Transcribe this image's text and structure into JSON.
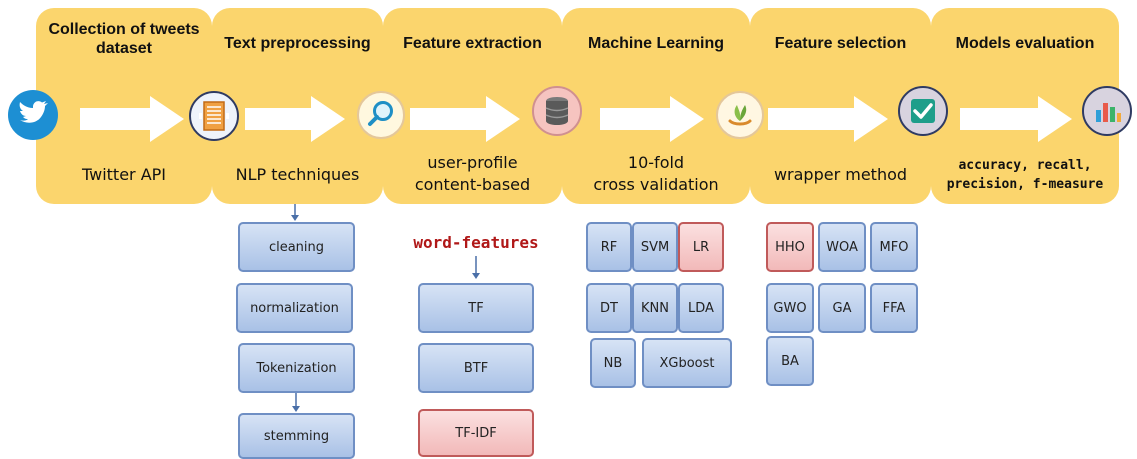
{
  "stages": [
    {
      "title": "Collection of tweets dataset",
      "subtitle": "Twitter API",
      "icon": "twitter-bird-icon"
    },
    {
      "title": "Text preprocessing",
      "subtitle": "NLP techniques",
      "icon": "document-icon"
    },
    {
      "title": "Feature extraction",
      "subtitle": "user-profile content-based",
      "icon": "magnifier-icon"
    },
    {
      "title": "Machine Learning",
      "subtitle": "10-fold cross validation",
      "icon": "database-icon"
    },
    {
      "title": "Feature selection",
      "subtitle": "wrapper method",
      "icon": "leaf-hand-icon"
    },
    {
      "title": "Models evaluation",
      "subtitle": "accuracy, recall, precision, f-measure",
      "icon": "checkmark-icon"
    }
  ],
  "stage_text": {
    "s1_title_l1": "Collection of tweets",
    "s1_title_l2": "dataset",
    "s1_sub": "Twitter API",
    "s2_title": "Text preprocessing",
    "s2_sub": "NLP techniques",
    "s3_title": "Feature extraction",
    "s3_sub_l1": "user-profile",
    "s3_sub_l2": "content-based",
    "s4_title": "Machine Learning",
    "s4_sub_l1": "10-fold",
    "s4_sub_l2": "cross validation",
    "s5_title": "Feature selection",
    "s5_sub": "wrapper method",
    "s6_title": "Models evaluation",
    "s6_sub_l1": "accuracy, recall,",
    "s6_sub_l2": "precision, f-measure"
  },
  "preprocessing_steps": [
    "cleaning",
    "normalization",
    "Tokenization",
    "stemming"
  ],
  "feature_extraction": {
    "label": "word-features",
    "methods": [
      "TF",
      "BTF",
      "TF-IDF"
    ],
    "highlighted": "TF-IDF"
  },
  "classifiers": {
    "rows": [
      [
        "RF",
        "SVM",
        "LR"
      ],
      [
        "DT",
        "KNN",
        "LDA"
      ],
      [
        "NB",
        "XGboost"
      ]
    ],
    "highlighted": "LR"
  },
  "optimizers": {
    "rows": [
      [
        "HHO",
        "WOA",
        "MFO"
      ],
      [
        "GWO",
        "GA",
        "FFA"
      ],
      [
        "BA"
      ]
    ],
    "highlighted": "HHO"
  },
  "colors": {
    "panel": "#fbd56d",
    "box_border": "#6f8fc4",
    "highlight_border": "#c05a5a",
    "word_features": "#b01818",
    "twitter": "#1d8fd3"
  }
}
